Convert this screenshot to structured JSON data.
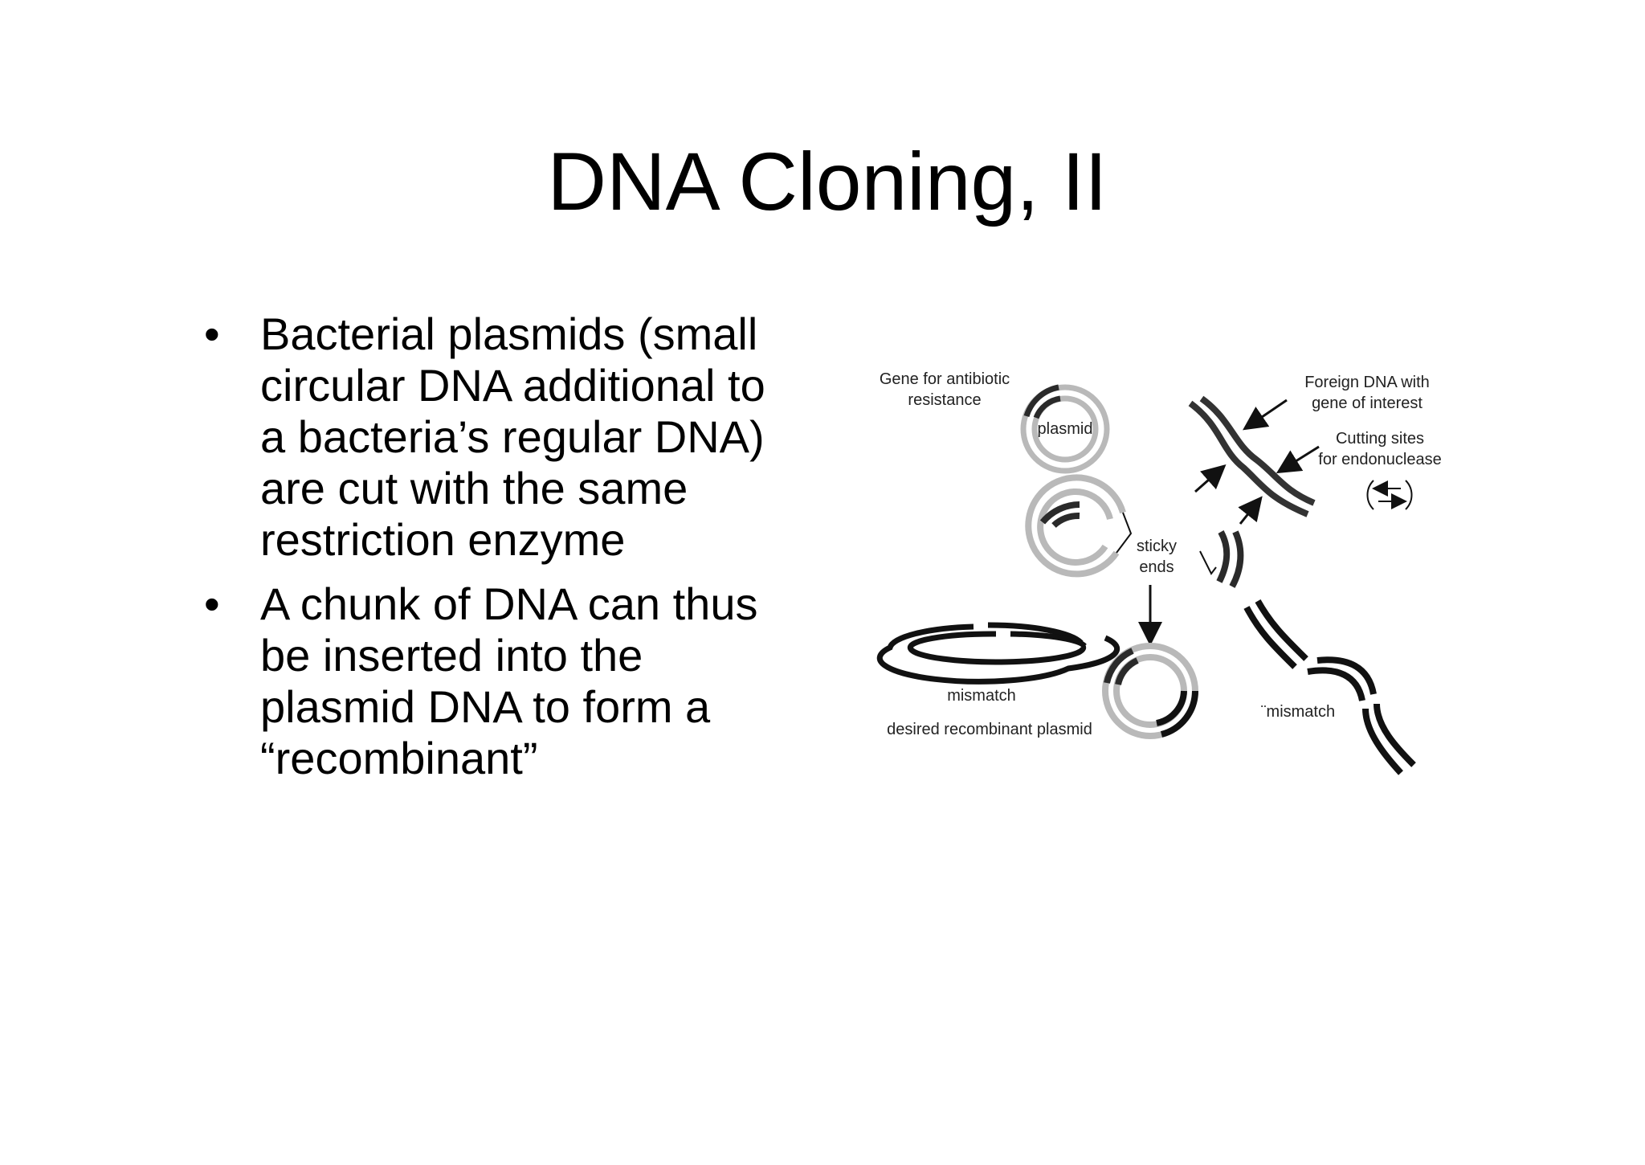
{
  "slide": {
    "title": "DNA Cloning, II",
    "bullet_symbol": "•",
    "bullets": [
      {
        "lines": [
          "Bacterial plasmids (small",
          "circular DNA additional to",
          "a bacteria’s regular DNA)",
          "are cut with the same",
          "restriction enzyme"
        ]
      },
      {
        "lines": [
          "A chunk of DNA can thus",
          "be inserted into the",
          "plasmid DNA to form a",
          "“recombinant”"
        ]
      }
    ]
  },
  "diagram": {
    "labels": {
      "gene_antibiotic_1": "Gene for antibiotic",
      "gene_antibiotic_2": "resistance",
      "plasmid": "plasmid",
      "foreign_dna_1": "Foreign DNA with",
      "foreign_dna_2": "gene of interest",
      "cutting_sites_1": "Cutting sites",
      "cutting_sites_2": "for endonuclease",
      "sticky_1": "sticky",
      "sticky_2": "ends",
      "mismatch_left": "mismatch",
      "desired_recombinant": "desired recombinant plasmid",
      "mismatch_right": "¨mismatch"
    },
    "colors": {
      "dark_strand": "#2a2a2a",
      "light_strand": "#b9b9b9",
      "text": "#222222"
    }
  }
}
